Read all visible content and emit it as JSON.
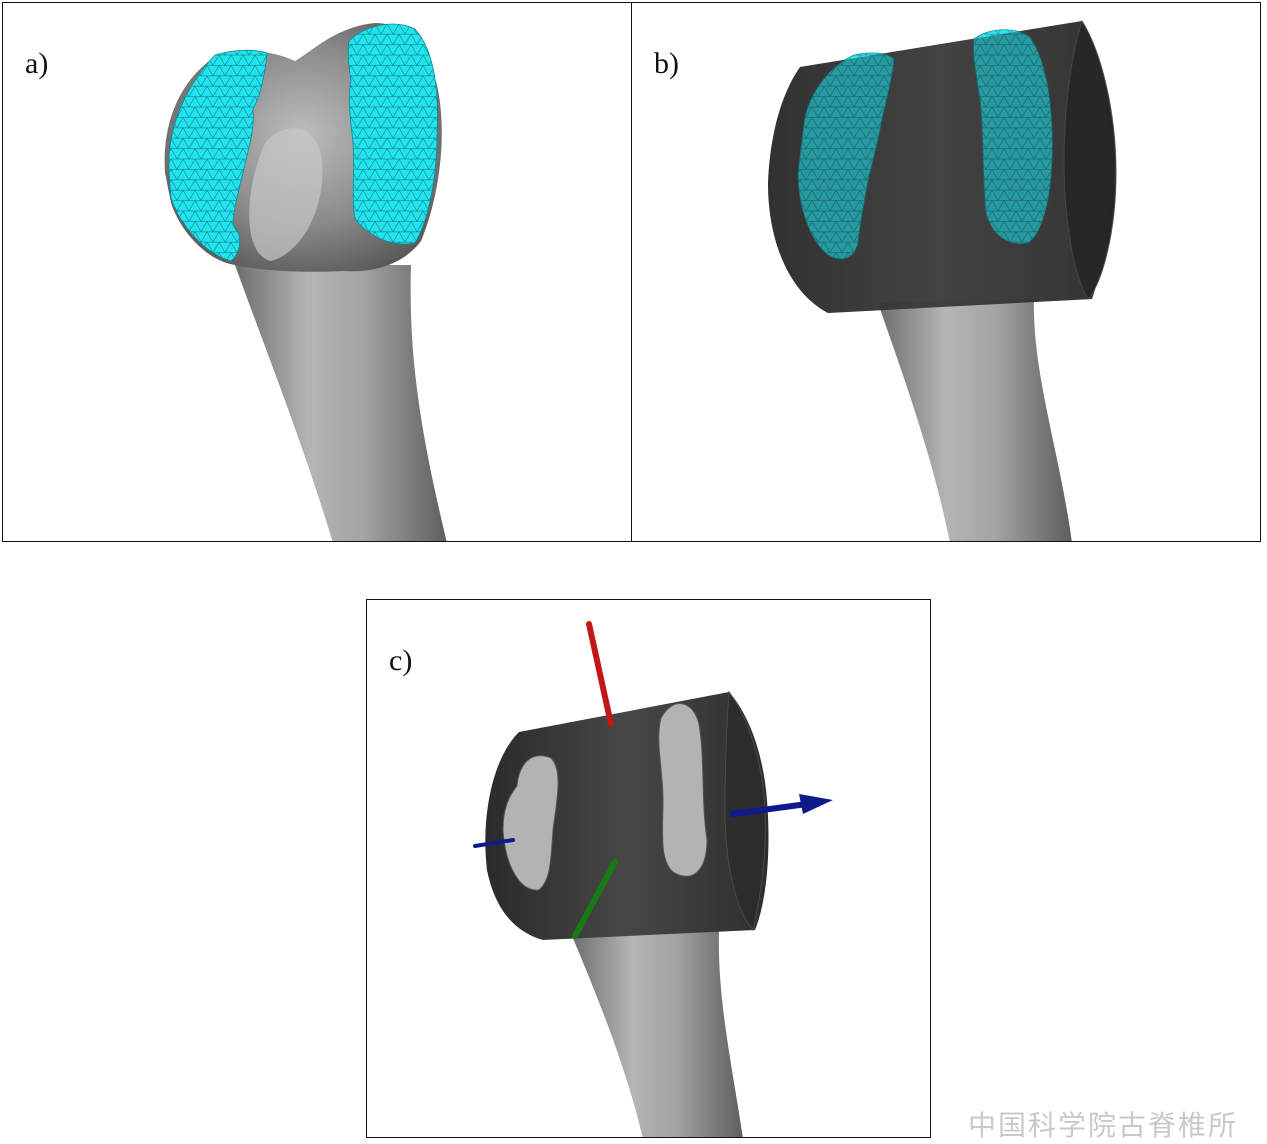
{
  "panels": [
    {
      "label": "a)"
    },
    {
      "label": "b)"
    },
    {
      "label": "c)"
    }
  ],
  "watermark": "中国科学院古脊椎所",
  "colors": {
    "bone": "#8f8f8f",
    "bone_light": "#c4c4c4",
    "contact_mesh": "#22e6ef",
    "cylinder": "#3d3d3d",
    "axis_x": "#c01818",
    "axis_y": "#167a16",
    "axis_z": "#101a8c"
  }
}
